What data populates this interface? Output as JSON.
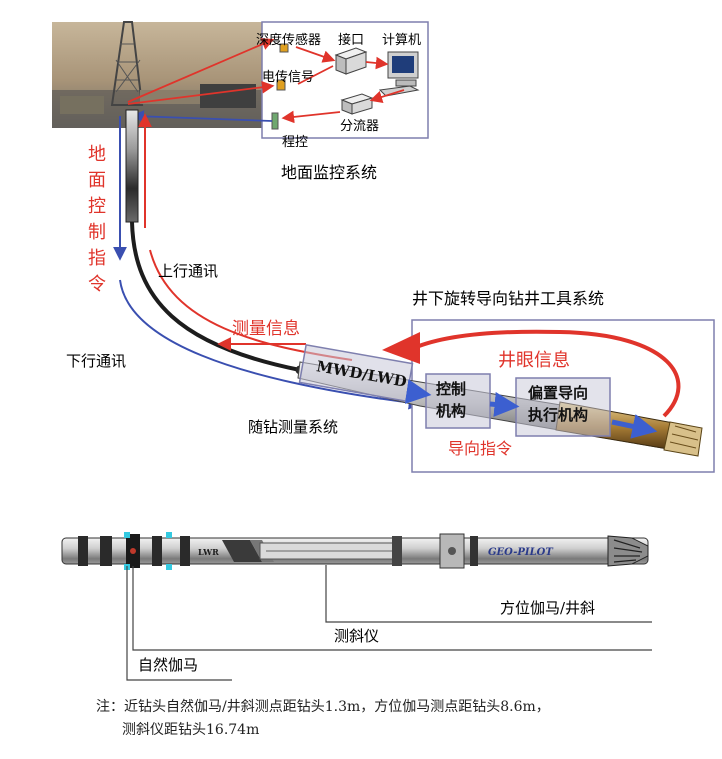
{
  "labels": {
    "depth_sensor": "深度传感器",
    "interface": "接口",
    "computer": "计算机",
    "electric_signal": "电传信号",
    "splitter": "分流器",
    "program_control": "程控",
    "surface_system": "地面监控系统",
    "surface_command_chars": [
      "地",
      "面",
      "控",
      "制",
      "指",
      "令"
    ],
    "uplink": "上行通讯",
    "downlink": "下行通讯",
    "downhole_system": "井下旋转导向钻井工具系统",
    "measurement_info": "测量信息",
    "wellbore_info": "井眼信息",
    "mwd_lwd": "MWD/LWD",
    "control_mech_l1": "控制",
    "control_mech_l2": "机构",
    "offset_exec_l1": "偏置导向",
    "offset_exec_l2": "执行机构",
    "steering_command": "导向指令",
    "mwd_system": "随钻测量系统"
  },
  "tool": {
    "brand_text": "GEO-PILOT",
    "sub_mark": "LWR",
    "label_azimuth": "方位伽马/井斜",
    "label_inclinometer": "测斜仪",
    "label_natural_gamma": "自然伽马"
  },
  "note": {
    "line1": "注：近钻头自然伽马/井斜测点距钻头1.3m，方位伽马测点距钻头8.6m，",
    "line2": "测斜仪距钻头16.74m"
  },
  "colors": {
    "red": "#e0342b",
    "blue": "#3a4fb0",
    "frame": "#7e7fae"
  }
}
